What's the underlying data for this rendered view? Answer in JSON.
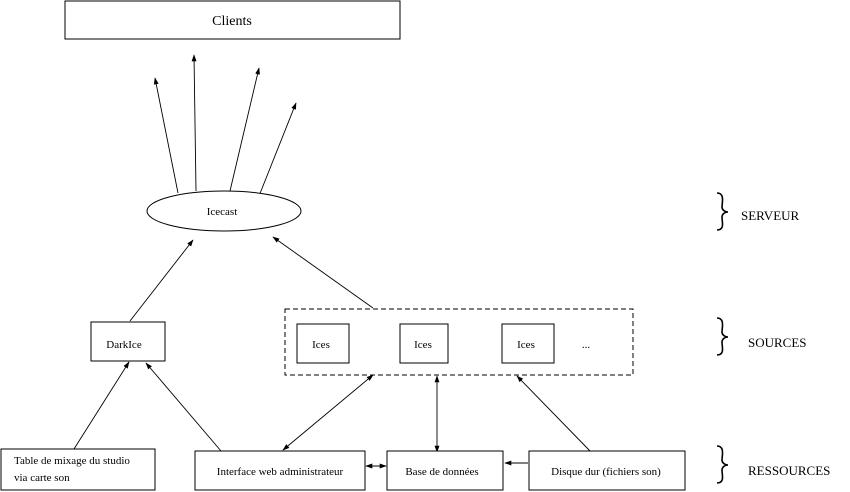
{
  "nodes": {
    "clients": "Clients",
    "icecast": "Icecast",
    "darkice": "DarkIce",
    "ices": [
      "Ices",
      "Ices",
      "Ices"
    ],
    "ellipsis": "...",
    "table_mixage_line1": "Table de mixage du studio",
    "table_mixage_line2": "via carte son",
    "interface_web": "Interface web administrateur",
    "base_donnees": "Base de données",
    "disque_dur": "Disque dur (fichiers son)"
  },
  "layers": {
    "serveur": "SERVEUR",
    "sources": "SOURCES",
    "ressources": "RESSOURCES"
  }
}
